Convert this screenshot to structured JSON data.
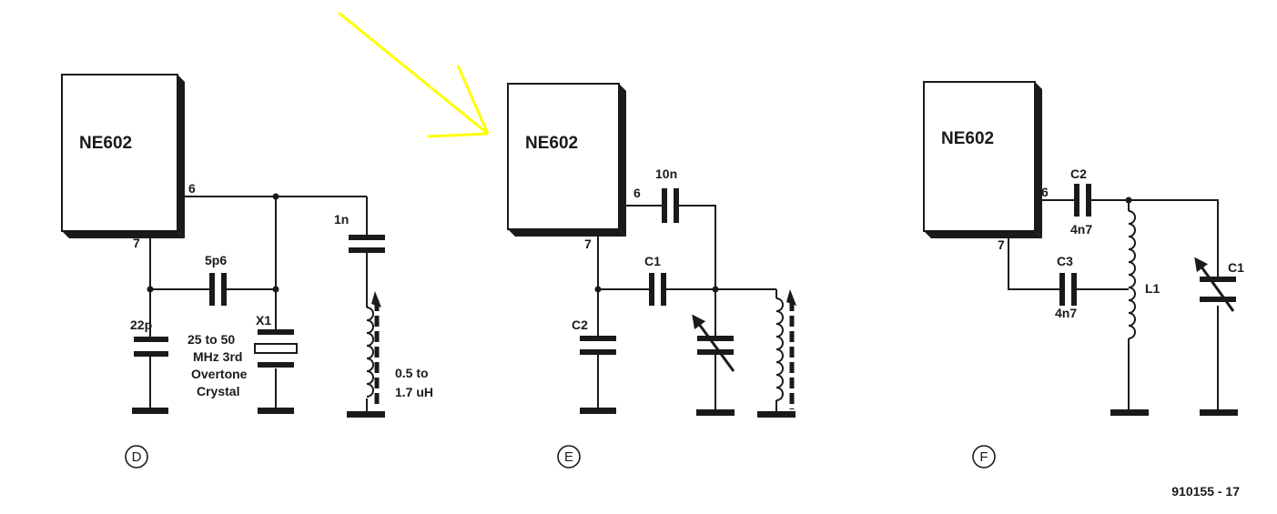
{
  "colors": {
    "ink": "#1a1a1a",
    "arrow": "#ffff00",
    "paper": "#ffffff"
  },
  "circuit_d": {
    "chip": "NE602",
    "pin6": "6",
    "pin7": "7",
    "c_series": "5p6",
    "c_shunt": "22p",
    "crystal_ref": "X1",
    "crystal_desc": [
      "25 to 50",
      "MHz 3rd",
      "Overtone",
      "Crystal"
    ],
    "c_trap": "1n",
    "inductor_range": [
      "0.5 to",
      "1.7 uH"
    ],
    "marker": "D"
  },
  "circuit_e": {
    "chip": "NE602",
    "pin6": "6",
    "pin7": "7",
    "c_coupling": "10n",
    "c1": "C1",
    "c2": "C2",
    "marker": "E"
  },
  "circuit_f": {
    "chip": "NE602",
    "pin6": "6",
    "pin7": "7",
    "c2": "C2",
    "c2_value": "4n7",
    "c3": "C3",
    "c3_value": "4n7",
    "l1": "L1",
    "c1": "C1",
    "marker": "F"
  },
  "figure_code": "910155 - 17"
}
